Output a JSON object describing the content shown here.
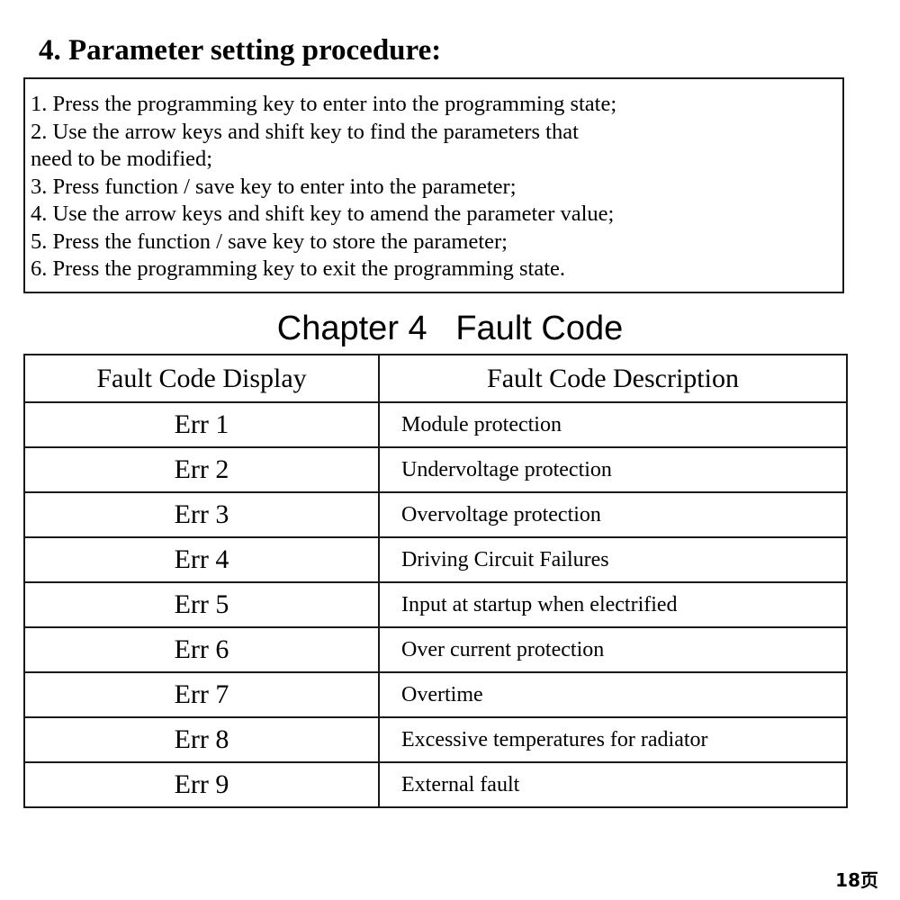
{
  "section": {
    "title": "4. Parameter setting procedure:",
    "steps": [
      "1. Press the programming key to enter into the programming state;",
      "2. Use the arrow keys and shift key to find the parameters that",
      "need to be modified;",
      "3. Press function / save key to enter into the parameter;",
      "4. Use the arrow keys and shift key to amend the parameter value;",
      "5. Press the function / save key to store the parameter;",
      "6. Press the programming key to exit the programming state."
    ]
  },
  "chapter": {
    "title": "Chapter 4   Fault Code"
  },
  "fault_table": {
    "headers": [
      "Fault Code Display",
      "Fault Code Description"
    ],
    "rows": [
      {
        "code": "Err 1",
        "description": "Module protection"
      },
      {
        "code": "Err 2",
        "description": "Undervoltage protection"
      },
      {
        "code": "Err 3",
        "description": "Overvoltage protection"
      },
      {
        "code": "Err 4",
        "description": "Driving Circuit Failures"
      },
      {
        "code": "Err 5",
        "description": "Input at startup when electrified"
      },
      {
        "code": "Err 6",
        "description": "Over current protection"
      },
      {
        "code": "Err 7",
        "description": "Overtime"
      },
      {
        "code": "Err 8",
        "description": "Excessive temperatures for radiator"
      },
      {
        "code": "Err 9",
        "description": "External fault"
      }
    ]
  },
  "footer": {
    "page_number": "18页"
  }
}
